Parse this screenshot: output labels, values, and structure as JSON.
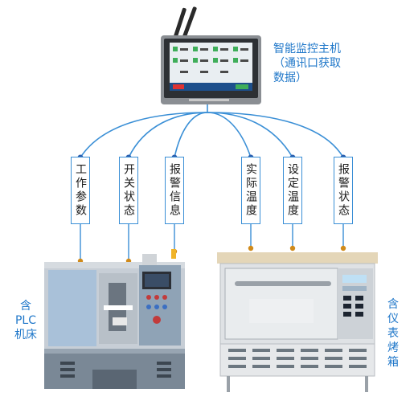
{
  "hub": {
    "label": "智能监控主机（通讯口获取数据）"
  },
  "machine_left": {
    "label": "含PLC机床"
  },
  "machine_right": {
    "label": "含仪表烤箱"
  },
  "signals_left": [
    {
      "label": "工作参数"
    },
    {
      "label": "开关状态"
    },
    {
      "label": "报警信息"
    }
  ],
  "signals_right": [
    {
      "label": "实际温度"
    },
    {
      "label": "设定温度"
    },
    {
      "label": "报警状态"
    }
  ],
  "colors": {
    "accent": "#1f77c9",
    "line": "#2b5fae",
    "connector_dot": "#d08a1a"
  }
}
